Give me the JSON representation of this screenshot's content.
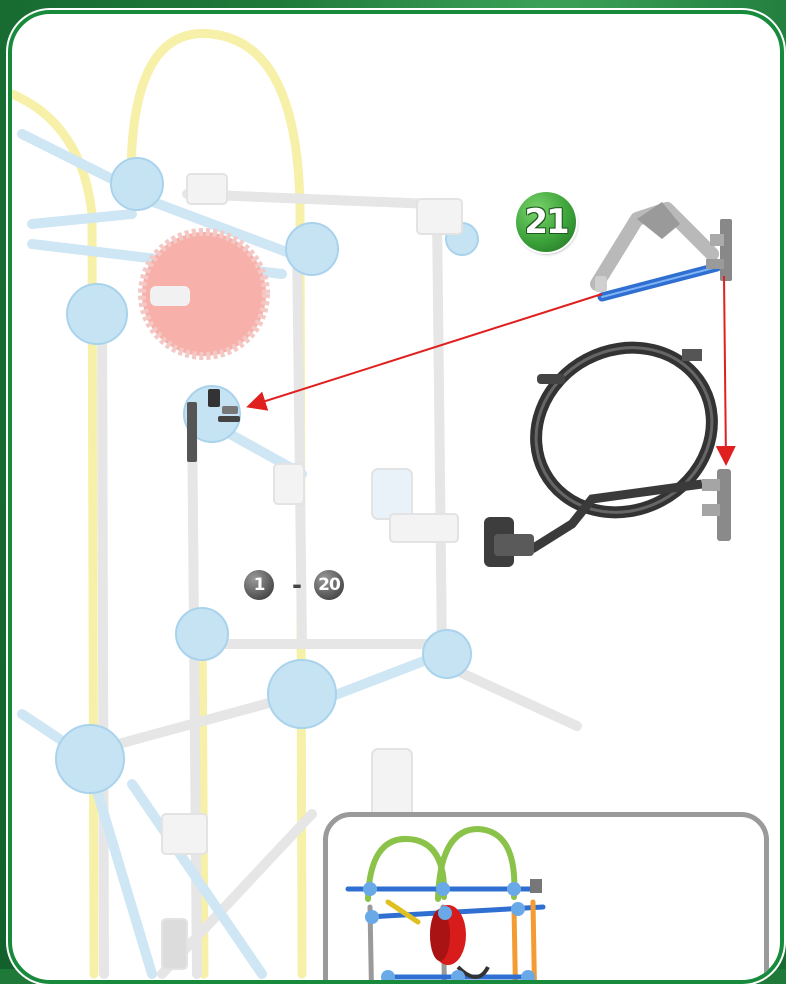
{
  "step": {
    "number": "21"
  },
  "range": {
    "start": "1",
    "separator": "-",
    "end": "20"
  },
  "colors": {
    "background": "#1f7a3a",
    "panel_border": "#178a3c",
    "step_badge": "#3ca23a",
    "range_badge": "#5a5a5a",
    "arrow": "#e0201f",
    "connector_ghost": "#b9dcef",
    "rod_ghost": "#ebebeb",
    "flex_rod_ghost": "#f7f0a8",
    "wheel_ghost": "#f6a6a0",
    "blue_rod": "#2f6fd1",
    "ring": "#3a3a3a"
  },
  "icons": {
    "arm_assembly": "bracket-arm-icon",
    "hoop_assembly": "hoop-icon",
    "preview_model": "model-preview-icon"
  }
}
